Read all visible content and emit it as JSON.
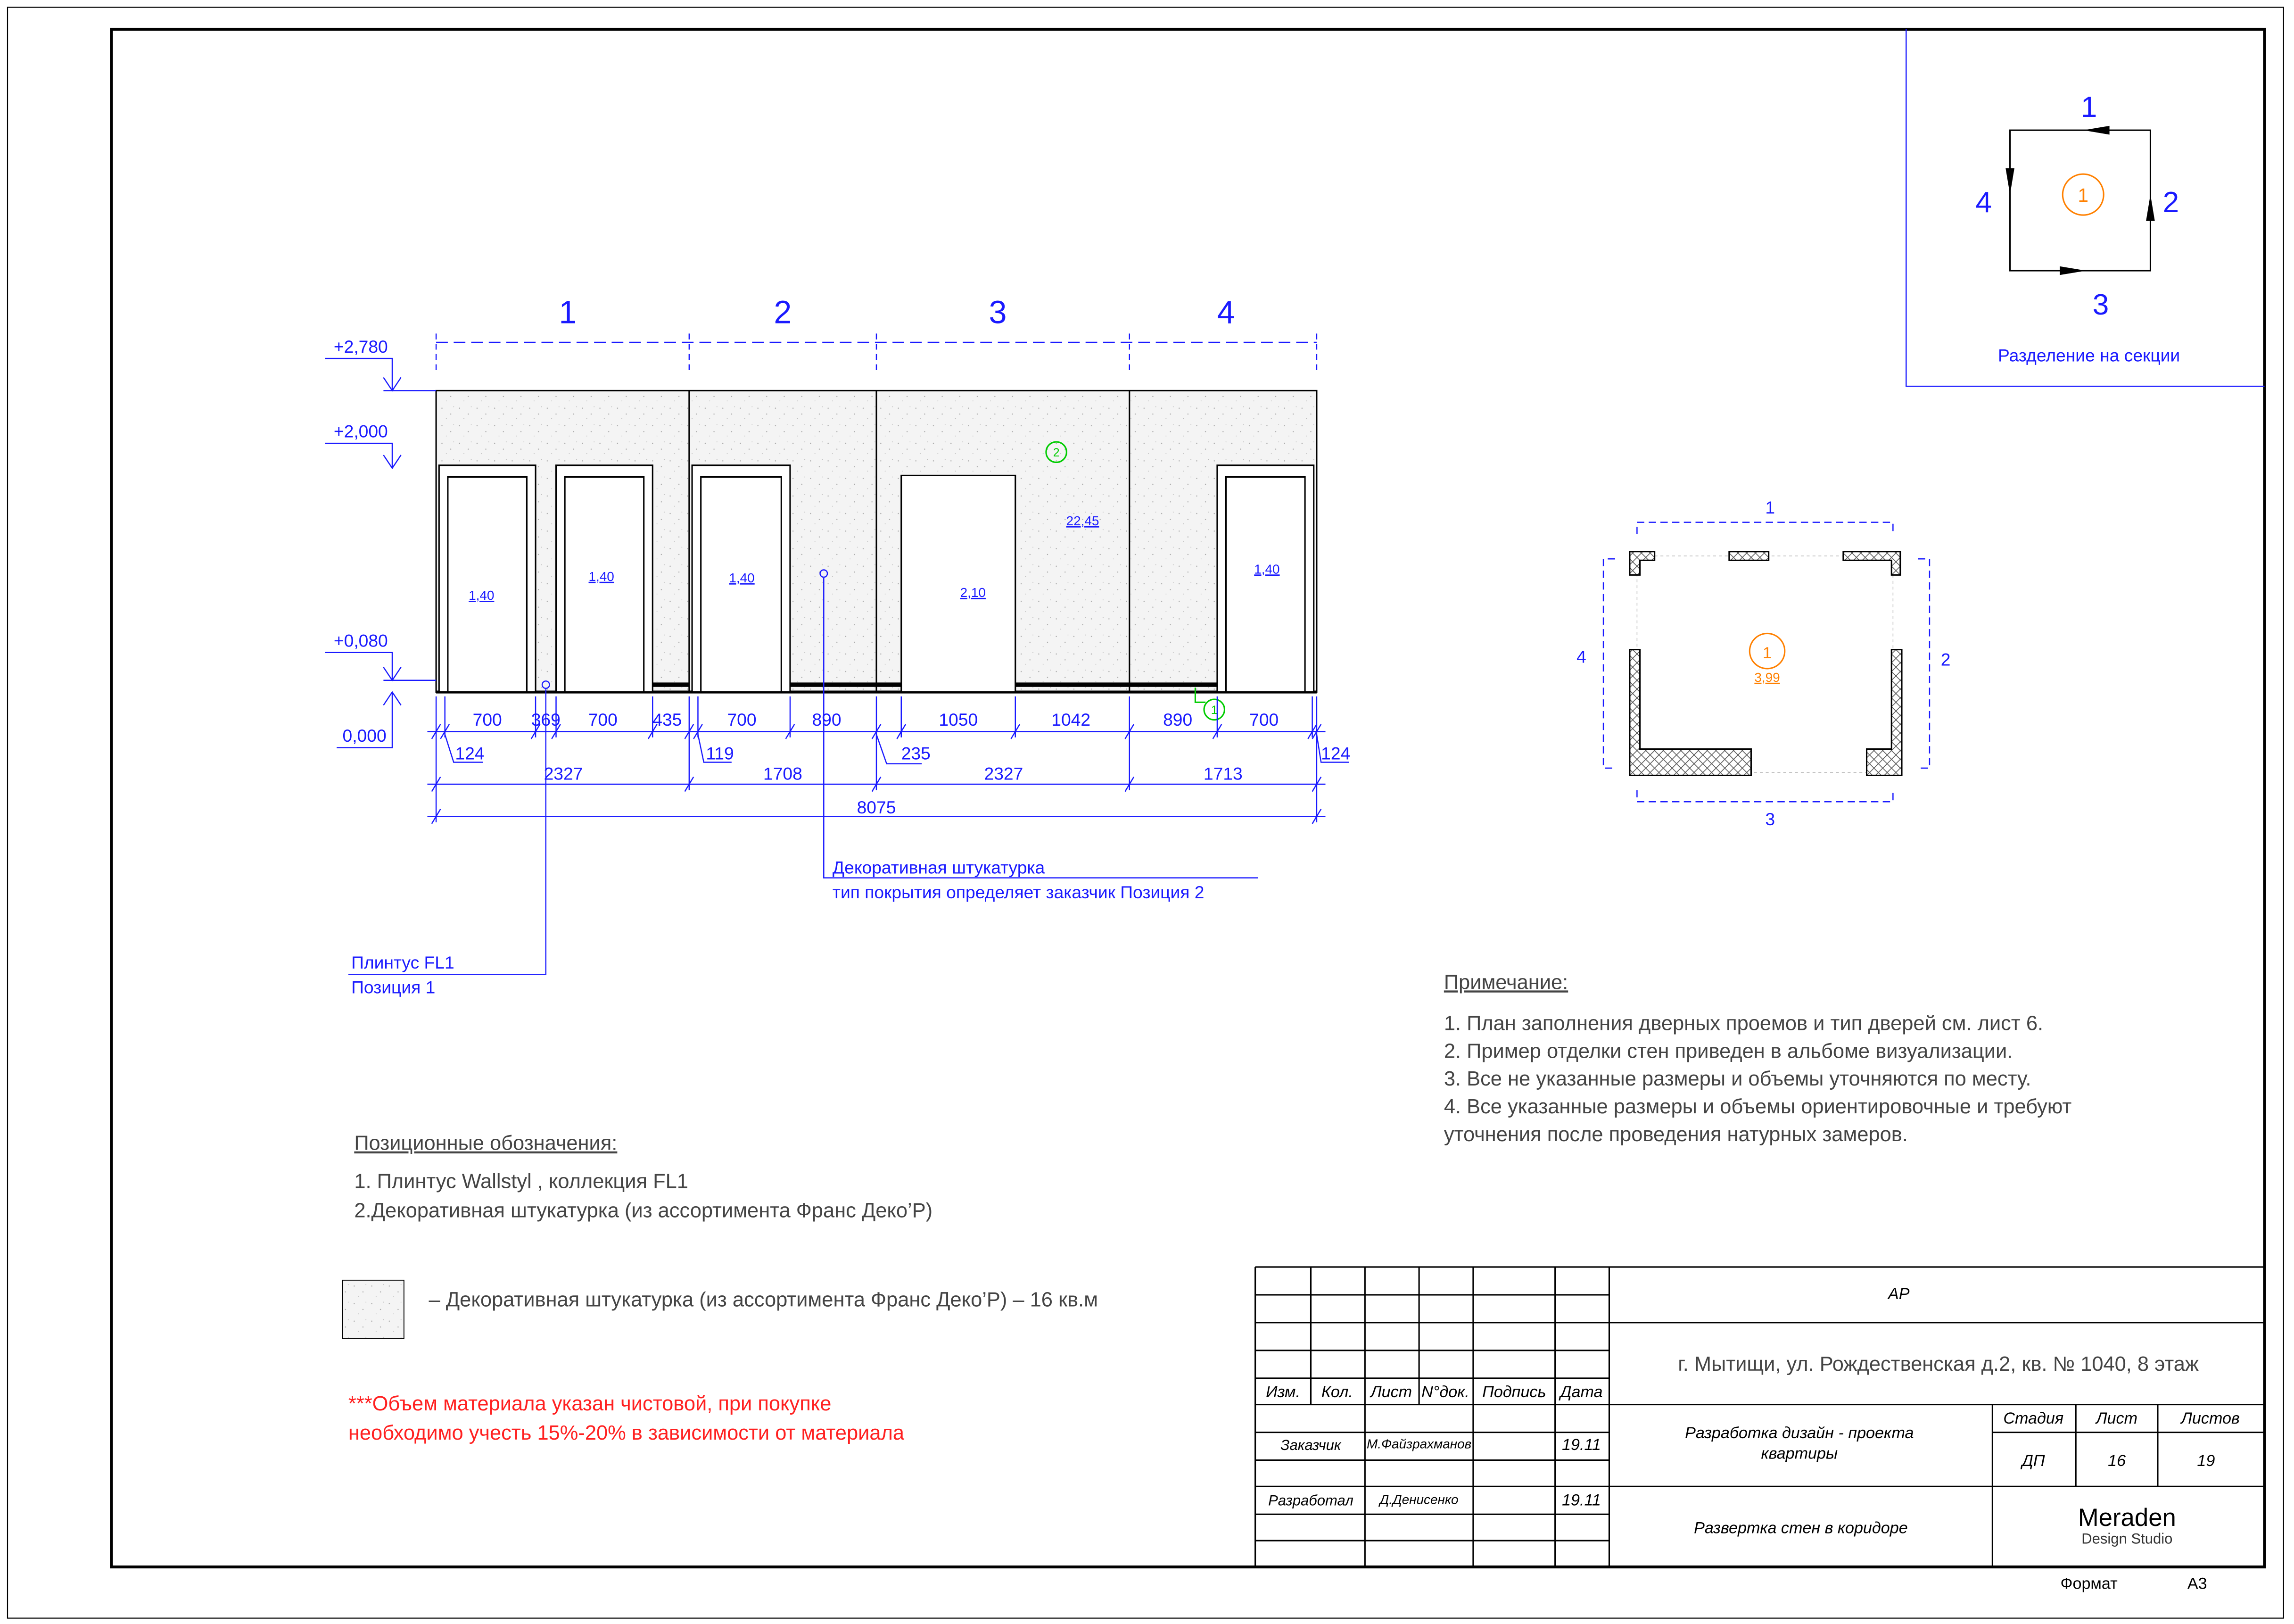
{
  "sections_diagram": {
    "labels": [
      "1",
      "2",
      "3",
      "4"
    ],
    "center_marker": "1",
    "caption": "Разделение на секции"
  },
  "elevation": {
    "section_labels": [
      "1",
      "2",
      "3",
      "4"
    ],
    "levels": [
      "+2,780",
      "+2,000",
      "+0,080",
      "0,000"
    ],
    "door_heights": [
      "1,40",
      "1,40",
      "1,40",
      "2,10",
      "1,40"
    ],
    "area_label": "22,45",
    "position_marker_2": "2",
    "position_marker_1": "1",
    "dims_row1": [
      "700",
      "369",
      "700",
      "435",
      "700",
      "890",
      "1050",
      "1042",
      "890",
      "700"
    ],
    "dims_small": [
      "124",
      "119",
      "235",
      "124"
    ],
    "dims_row2": [
      "2327",
      "1708",
      "2327",
      "1713"
    ],
    "dims_total": "8075"
  },
  "callouts": {
    "plaster_title": "Декоративная штукатурка",
    "plaster_sub": "тип покрытия определяет заказчик Позиция 2",
    "plinth_title": "Плинтус FL1",
    "plinth_sub": "Позиция 1"
  },
  "plan": {
    "side_labels": [
      "1",
      "2",
      "3",
      "4"
    ],
    "room_marker": "1",
    "room_area": "3,99"
  },
  "notes": {
    "title": "Примечание:",
    "items": [
      "1. План заполнения дверных проемов и тип дверей см. лист 6.",
      "2. Пример отделки стен приведен в альбоме визуализации.",
      "3. Все не указанные размеры и объемы уточняются по месту.",
      "4. Все указанные размеры и объемы ориентировочные и требуют",
      "уточнения после проведения натурных замеров."
    ]
  },
  "positions": {
    "title": "Позиционные обозначения:",
    "items": [
      "1. Плинтус Wallstyl , коллекция FL1",
      "2.Декоративная штукатурка (из ассортимента Франс Деко’Р)"
    ]
  },
  "legend": {
    "text": "–  Декоративная штукатурка (из ассортимента Франс Деко’Р) – 16 кв.м"
  },
  "warning": {
    "line1": "***Объем материала указан чистовой, при покупке",
    "line2": "необходимо учесть 15%-20% в зависимости от материала",
    "color": "#ff2020"
  },
  "title_block": {
    "code": "АР",
    "address": "г. Мытищи, ул. Рождественская д.2, кв. № 1040, 8 этаж",
    "headers": [
      "Изм.",
      "Кол.",
      "Лист",
      "N°док.",
      "Подпись",
      "Дата"
    ],
    "customer_role": "Заказчик",
    "customer_name": "М.Файзрахманов",
    "customer_date": "19.11",
    "developer_role": "Разработал",
    "developer_name": "Д.Денисенко",
    "developer_date": "19.11",
    "project_line1": "Разработка дизайн - проекта",
    "project_line2": "квартиры",
    "sheet_title": "Развертка стен в коридоре",
    "stage_label": "Стадия",
    "sheet_label": "Лист",
    "sheets_label": "Листов",
    "stage": "ДП",
    "sheet": "16",
    "sheets": "19",
    "studio_name": "Meraden",
    "studio_sub": "Design Studio"
  },
  "format": {
    "label": "Формат",
    "value": "А3"
  },
  "colors": {
    "dimension": "#1a1aff",
    "marker_orange": "#ff8000",
    "marker_green": "#00cc00",
    "warning": "#ff2020"
  }
}
